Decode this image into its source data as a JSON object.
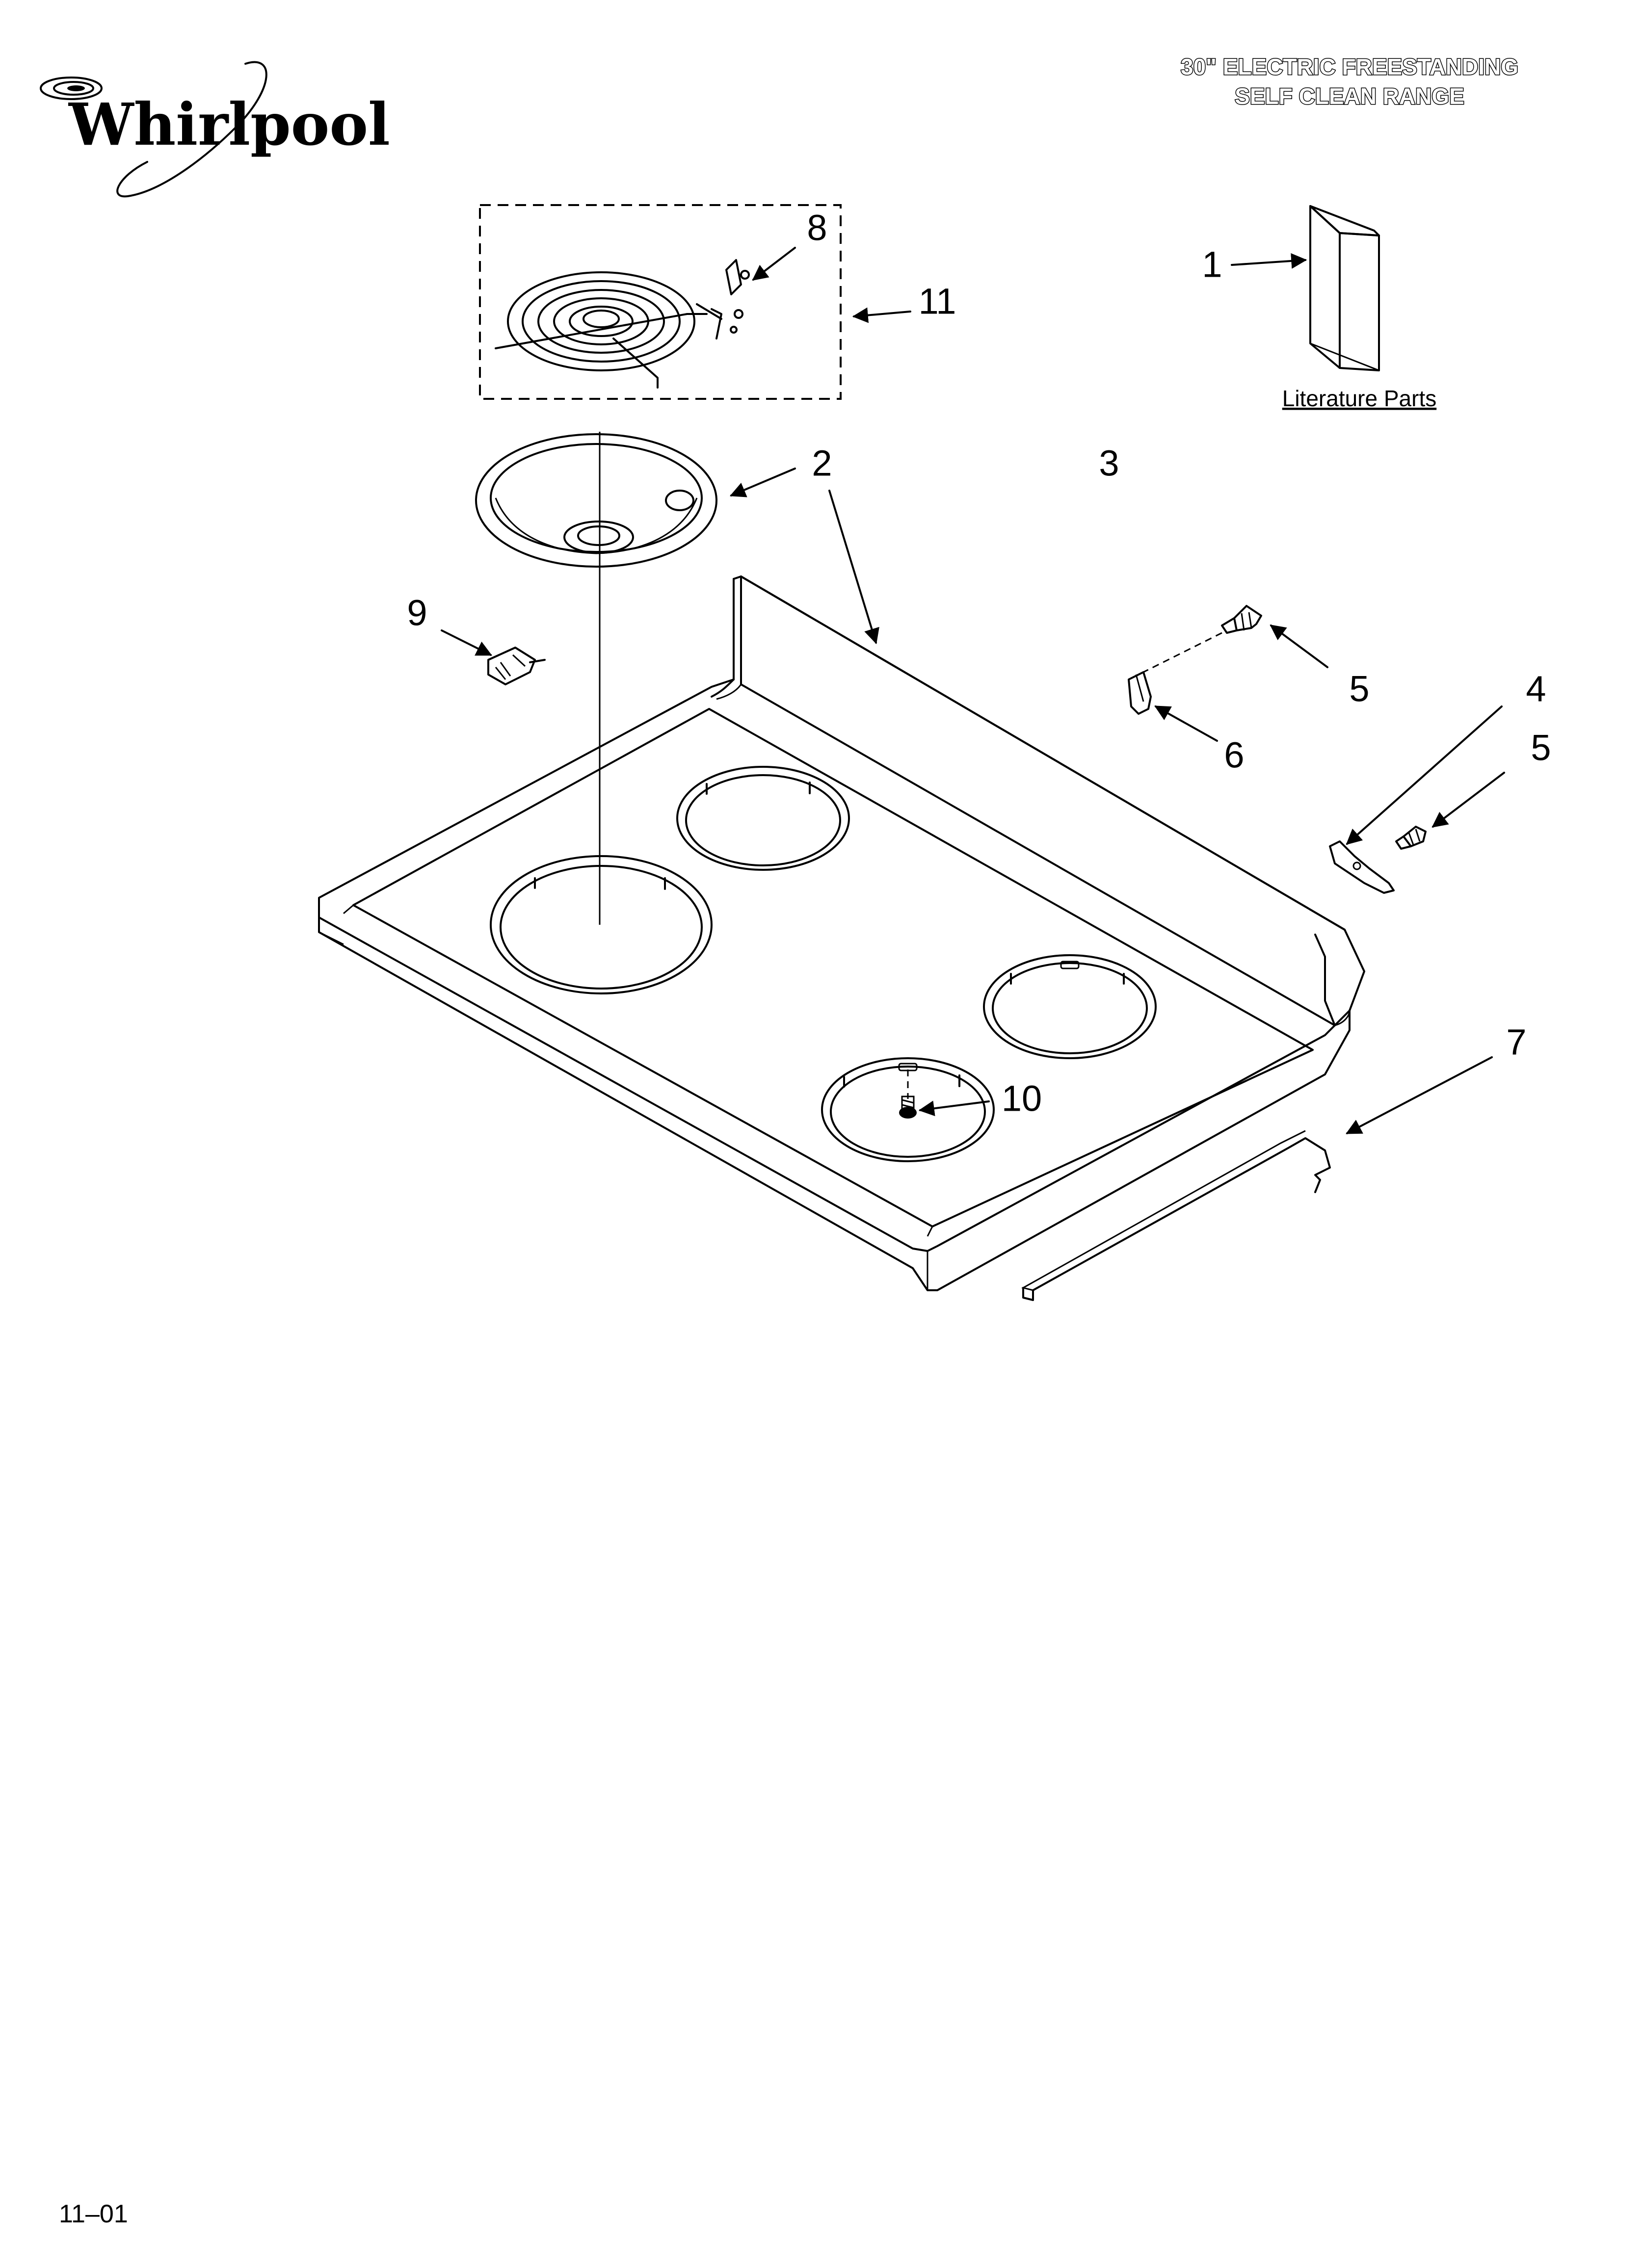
{
  "brand": {
    "logo_text": "Whirlpool"
  },
  "title": {
    "line1": "30\" ELECTRIC FREESTANDING",
    "line2": "SELF CLEAN RANGE"
  },
  "literature_label": "Literature Parts",
  "callouts": {
    "c1": "1",
    "c2": "2",
    "c3": "3",
    "c4": "4",
    "c5a": "5",
    "c5b": "5",
    "c6": "6",
    "c7": "7",
    "c8": "8",
    "c9": "9",
    "c10": "10",
    "c11": "11"
  },
  "footer": {
    "date_code": "11–01"
  }
}
